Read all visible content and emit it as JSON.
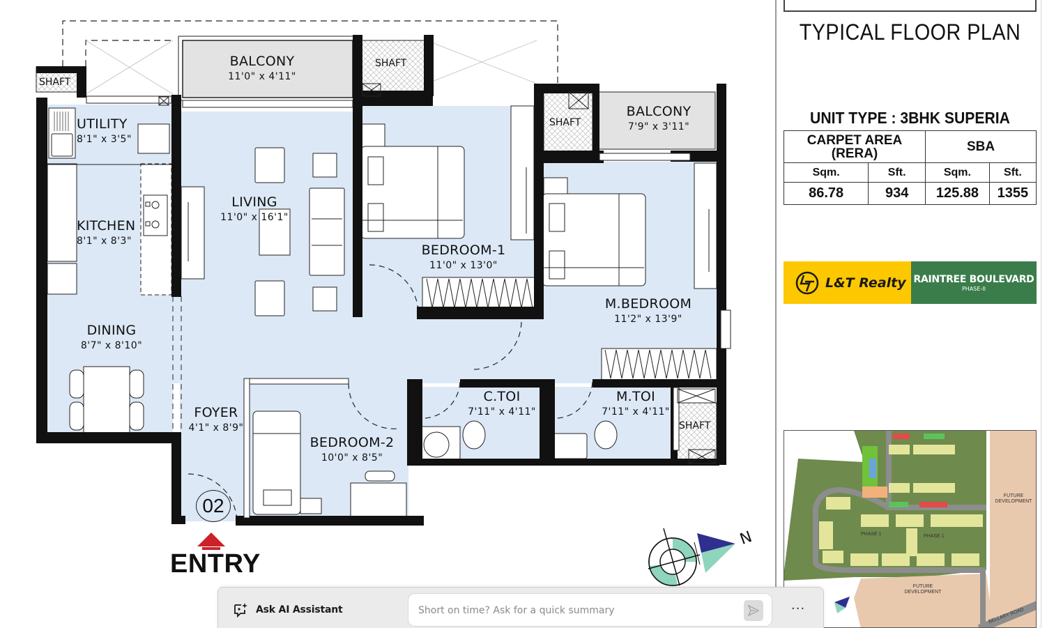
{
  "plan": {
    "rooms": {
      "balcony1": {
        "name": "BALCONY",
        "dims": "11'0\" x 4'11\""
      },
      "utility": {
        "name": "UTILITY",
        "dims": "8'1\" x 3'5\""
      },
      "kitchen": {
        "name": "KITCHEN",
        "dims": "8'1\" x 8'3\""
      },
      "living": {
        "name": "LIVING",
        "dims": "11'0\" x 16'1\""
      },
      "dining": {
        "name": "DINING",
        "dims": "8'7\" x 8'10\""
      },
      "bedroom1": {
        "name": "BEDROOM-1",
        "dims": "11'0\" x 13'0\""
      },
      "balcony2": {
        "name": "BALCONY",
        "dims": "7'9\" x 3'11\""
      },
      "mbedroom": {
        "name": "M.BEDROOM",
        "dims": "11'2\" x 13'9\""
      },
      "foyer": {
        "name": "FOYER",
        "dims": "4'1\" x 8'9\""
      },
      "bedroom2": {
        "name": "BEDROOM-2",
        "dims": "10'0\" x 8'5\""
      },
      "ctoi": {
        "name": "C.TOI",
        "dims": "7'11\" x 4'11\""
      },
      "mtoi": {
        "name": "M.TOI",
        "dims": "7'11\" x 4'11\""
      }
    },
    "shafts": [
      "SHAFT",
      "SHAFT",
      "SHAFT",
      "SHAFT"
    ],
    "unit_number": "02",
    "entry_label": "ENTRY",
    "compass_label": "N",
    "colors": {
      "room_fill": "#dce8f6",
      "balcony_fill": "#e3e3e3",
      "wall": "#111111",
      "entry_arrow": "#cc2127",
      "compass_blue": "#2e2f8f",
      "compass_green": "#8fd4bc"
    }
  },
  "panel": {
    "title": "TYPICAL FLOOR PLAN",
    "unit_type": "UNIT TYPE : 3BHK SUPERIA",
    "area_table": {
      "groups": [
        "CARPET AREA\n(RERA)",
        "SBA"
      ],
      "carpet_header": [
        "CARPET AREA",
        "(RERA)"
      ],
      "sba_header": "SBA",
      "units": [
        "Sqm.",
        "Sft.",
        "Sqm.",
        "Sft."
      ],
      "values": [
        "86.78",
        "934",
        "125.88",
        "1355"
      ]
    },
    "brand": {
      "company": "L&T Realty",
      "project": "RAINTREE BOULEVARD",
      "phase": "PHASE-II",
      "colors": {
        "yellow": "#fdc800",
        "green": "#3a7d4b"
      }
    },
    "site_plan": {
      "labels": [
        "FUTURE DEVELOPMENT",
        "PHASE 1",
        "PHASE 1",
        "FUTURE DEVELOPMENT",
        "BELLARY ROAD"
      ],
      "future_dev_right": "FUTURE\nDEVELOPMENT",
      "future_dev_bottom": "FUTURE\nDEVELOPMENT",
      "phase1_left": "PHASE 1",
      "phase1_right": "PHASE 1",
      "road": "BELLARY ROAD"
    }
  },
  "assistant": {
    "button_label": "Ask AI Assistant",
    "input_placeholder": "Short on time? Ask for a quick summary",
    "input_value": "",
    "more_label": "···"
  }
}
